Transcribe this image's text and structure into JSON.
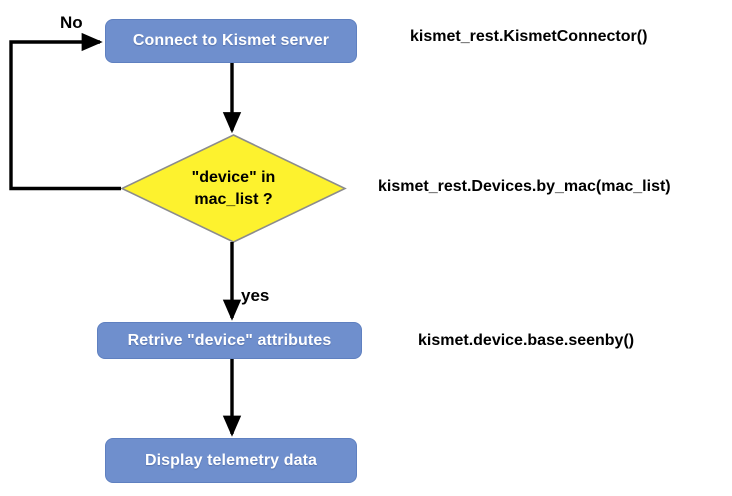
{
  "diagram": {
    "title": "Kismet telemetry retrieval flowchart",
    "colors": {
      "process_fill": "#6f8fcd",
      "process_text": "#ffffff",
      "decision_fill": "#fdf22e",
      "decision_stroke": "#808080",
      "decision_text": "#000000",
      "arrow": "#000000",
      "background": "#ffffff"
    },
    "nodes": [
      {
        "id": "connect",
        "type": "process",
        "label": "Connect to Kismet server"
      },
      {
        "id": "check",
        "type": "decision",
        "label": "\"device\" in\nmac_list ?"
      },
      {
        "id": "retrieve",
        "type": "process",
        "label": "Retrive \"device\" attributes"
      },
      {
        "id": "display",
        "type": "process",
        "label": "Display telemetry data"
      }
    ],
    "edge_labels": {
      "no": "No",
      "yes": "yes"
    },
    "api_labels": [
      {
        "id": "api-connect",
        "text": "kismet_rest.KismetConnector()"
      },
      {
        "id": "api-by-mac",
        "text": "kismet_rest.Devices.by_mac(mac_list)"
      },
      {
        "id": "api-seenby",
        "text": "kismet.device.base.seenby()"
      }
    ]
  }
}
